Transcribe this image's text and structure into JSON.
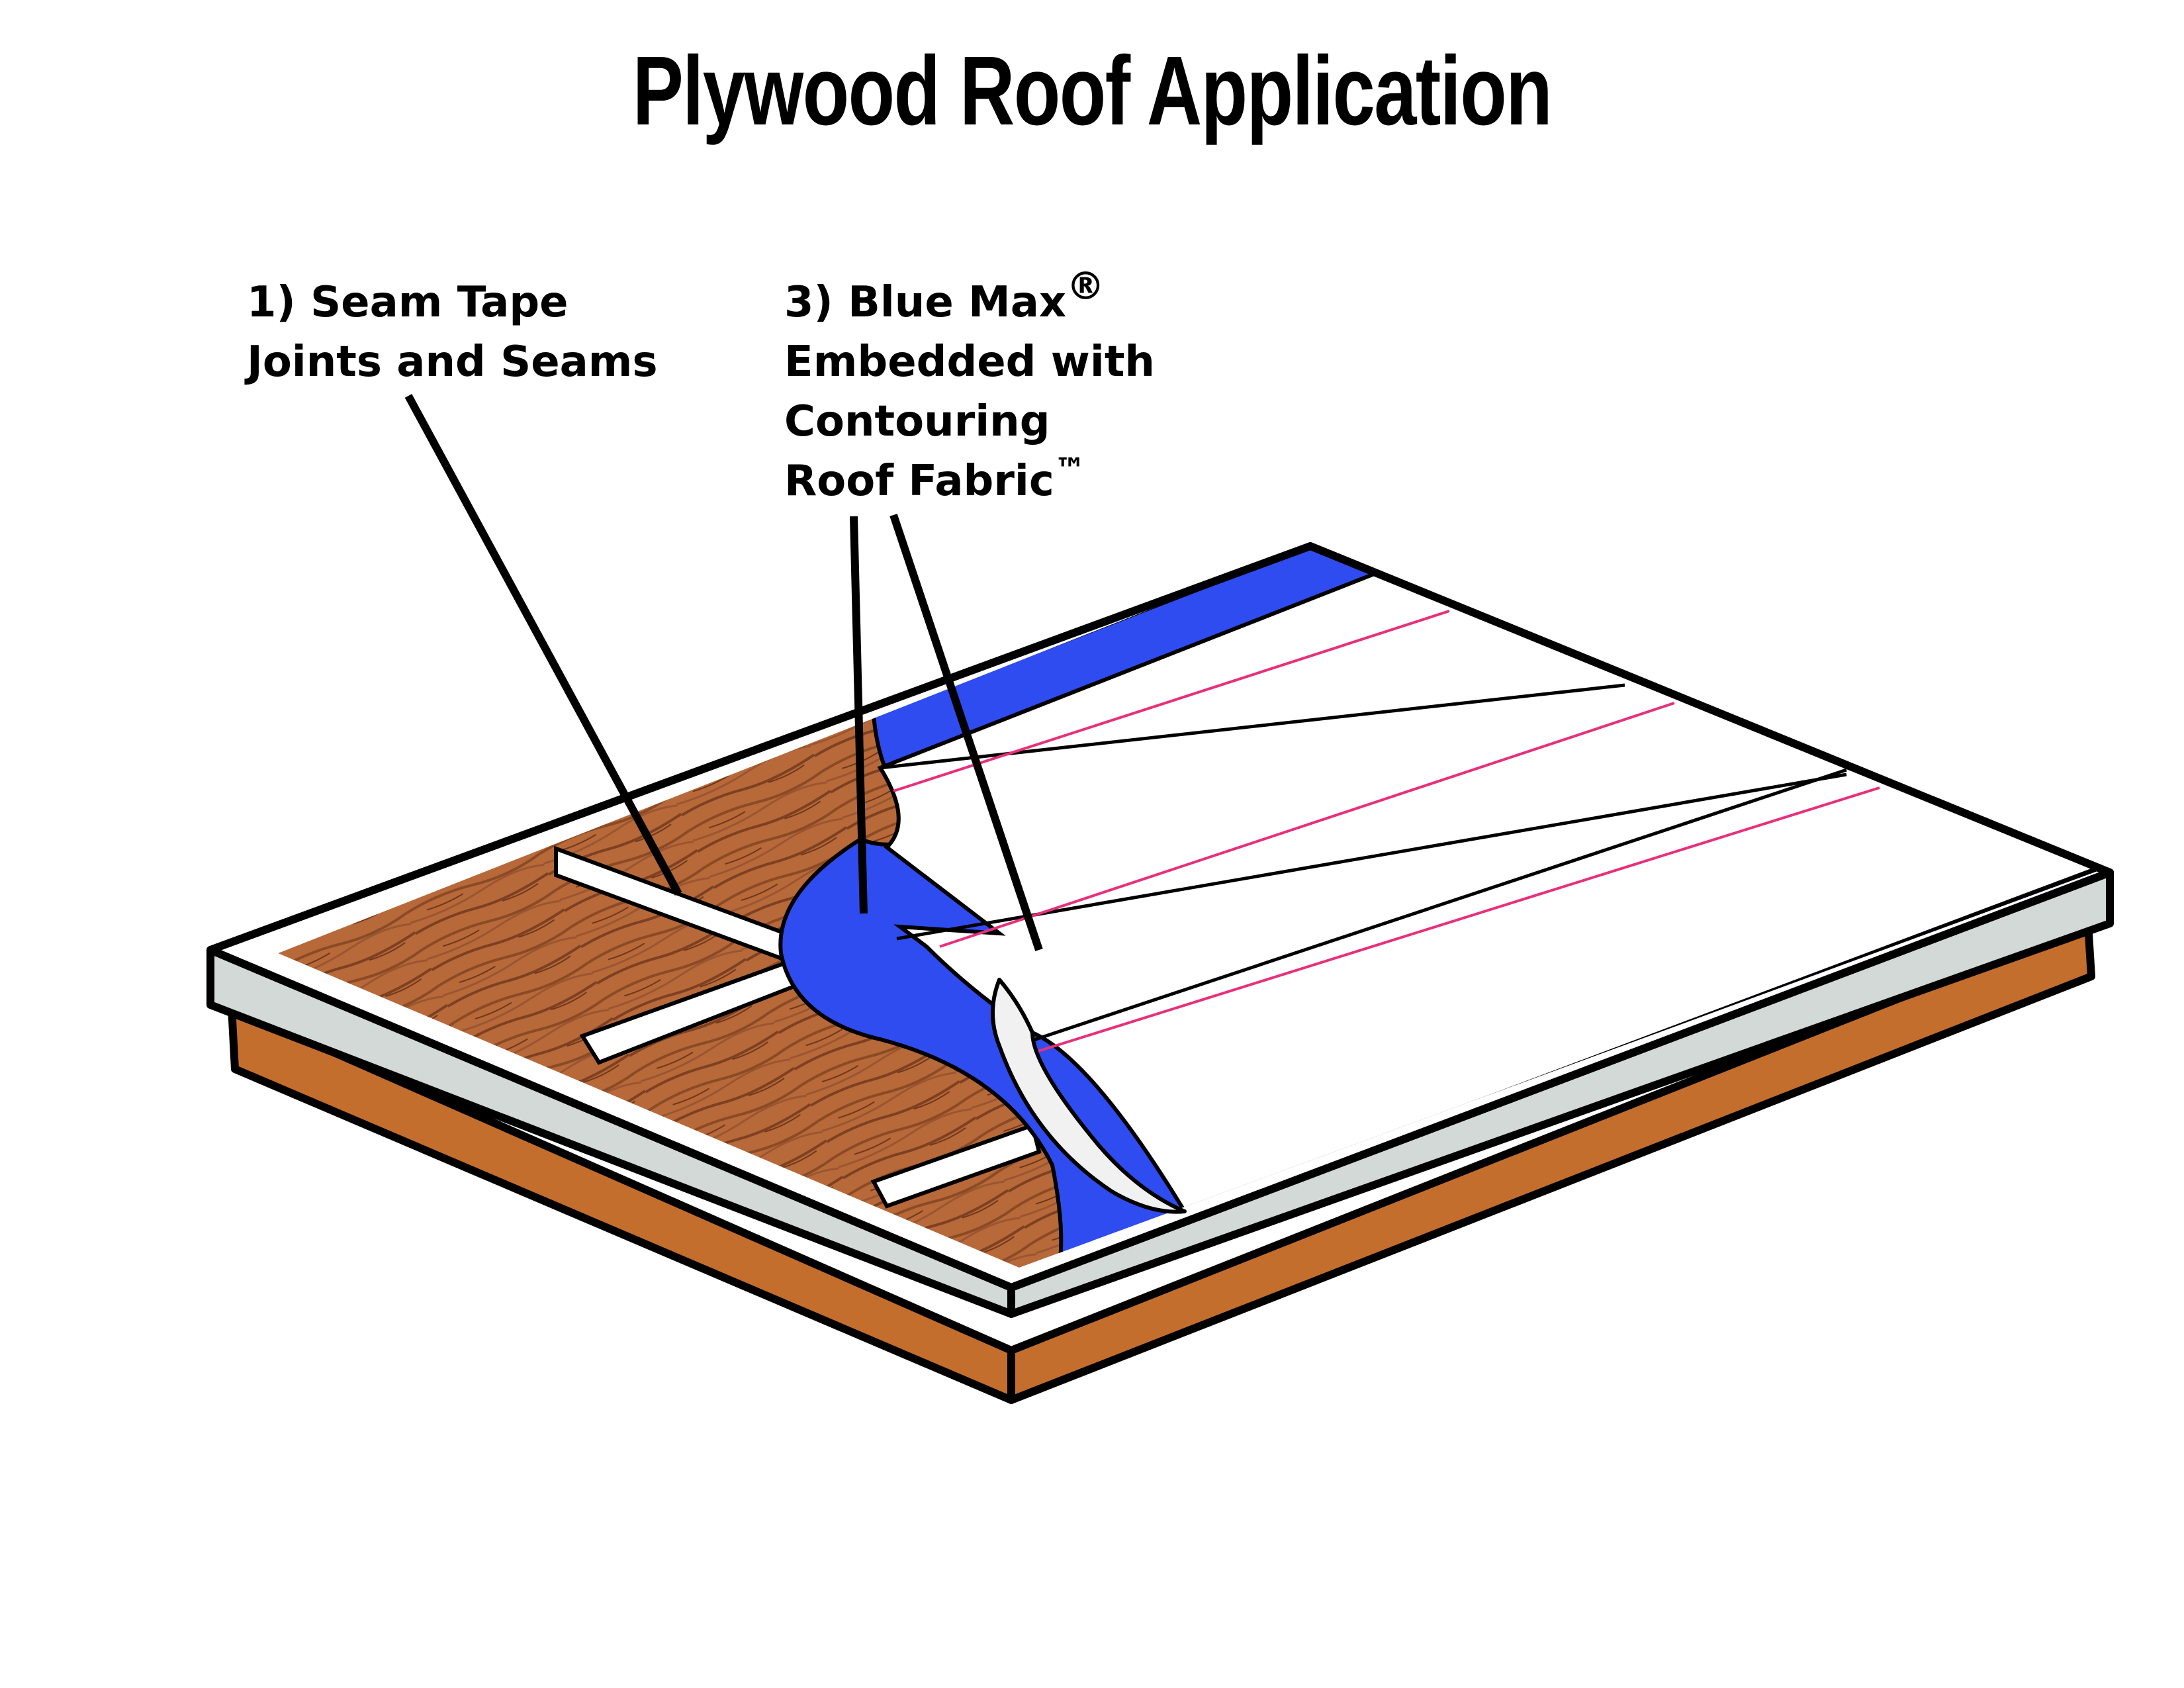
{
  "title": "Plywood Roof Application",
  "labels": {
    "seam_tape": {
      "line1": "1) Seam Tape",
      "line2": "Joints and Seams"
    },
    "blue_max": {
      "line1": "3) Blue Max",
      "line1_symbol": "®",
      "line2": "Embedded with",
      "line3": "Contouring",
      "line4": "Roof Fabric",
      "line4_symbol": "™"
    }
  },
  "colors": {
    "plywood": "#b8693a",
    "plywood_grain": "#8a4a24",
    "deck_side": "#c46e2e",
    "edge_trim": "#d3d9d6",
    "blue_max": "#2f4cf0",
    "seam_tape": "#ffffff",
    "fabric_line": "#e8307a",
    "outline": "#000000"
  },
  "icons": [
    "leader-line"
  ]
}
